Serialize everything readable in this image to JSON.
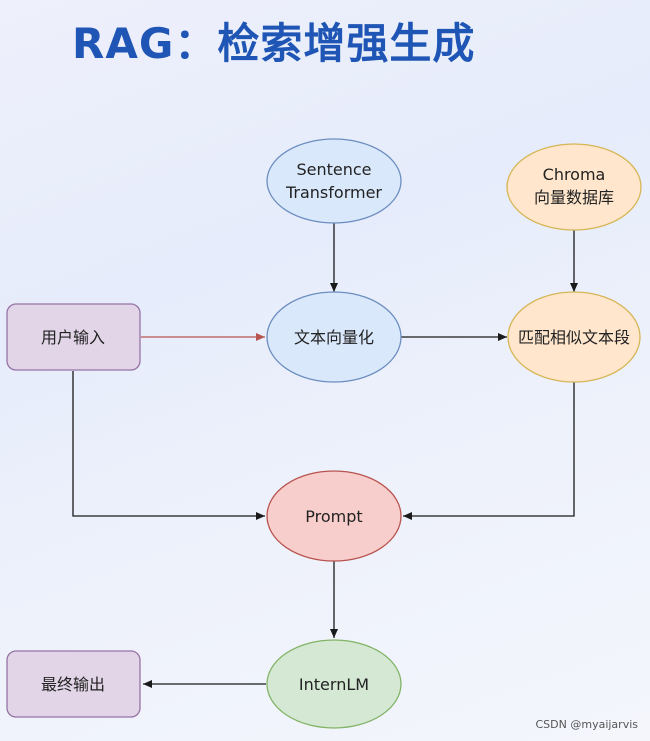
{
  "title": "RAG：检索增强生成",
  "nodes": {
    "sentence_transformer": [
      "Sentence",
      "Transformer"
    ],
    "chroma": [
      "Chroma",
      "向量数据库"
    ],
    "user_input": "用户输入",
    "text_vectorize": "文本向量化",
    "match_similar": "匹配相似文本段",
    "prompt": "Prompt",
    "internlm": "InternLM",
    "final_output": "最终输出"
  },
  "colors": {
    "title": "#1f55b5",
    "blue_fill": "#dae8fc",
    "blue_stroke": "#6c8ebf",
    "orange_fill": "#ffe6cc",
    "orange_stroke": "#d6b656",
    "purple_fill": "#e1d5e7",
    "purple_stroke": "#9673a6",
    "red_fill": "#f8cecc",
    "red_stroke": "#b85450",
    "green_fill": "#d5e8d4",
    "green_stroke": "#82b366",
    "arrow": "#1a1a1a",
    "arrow_red": "#b85450"
  },
  "watermark": "CSDN @myaijarvis"
}
